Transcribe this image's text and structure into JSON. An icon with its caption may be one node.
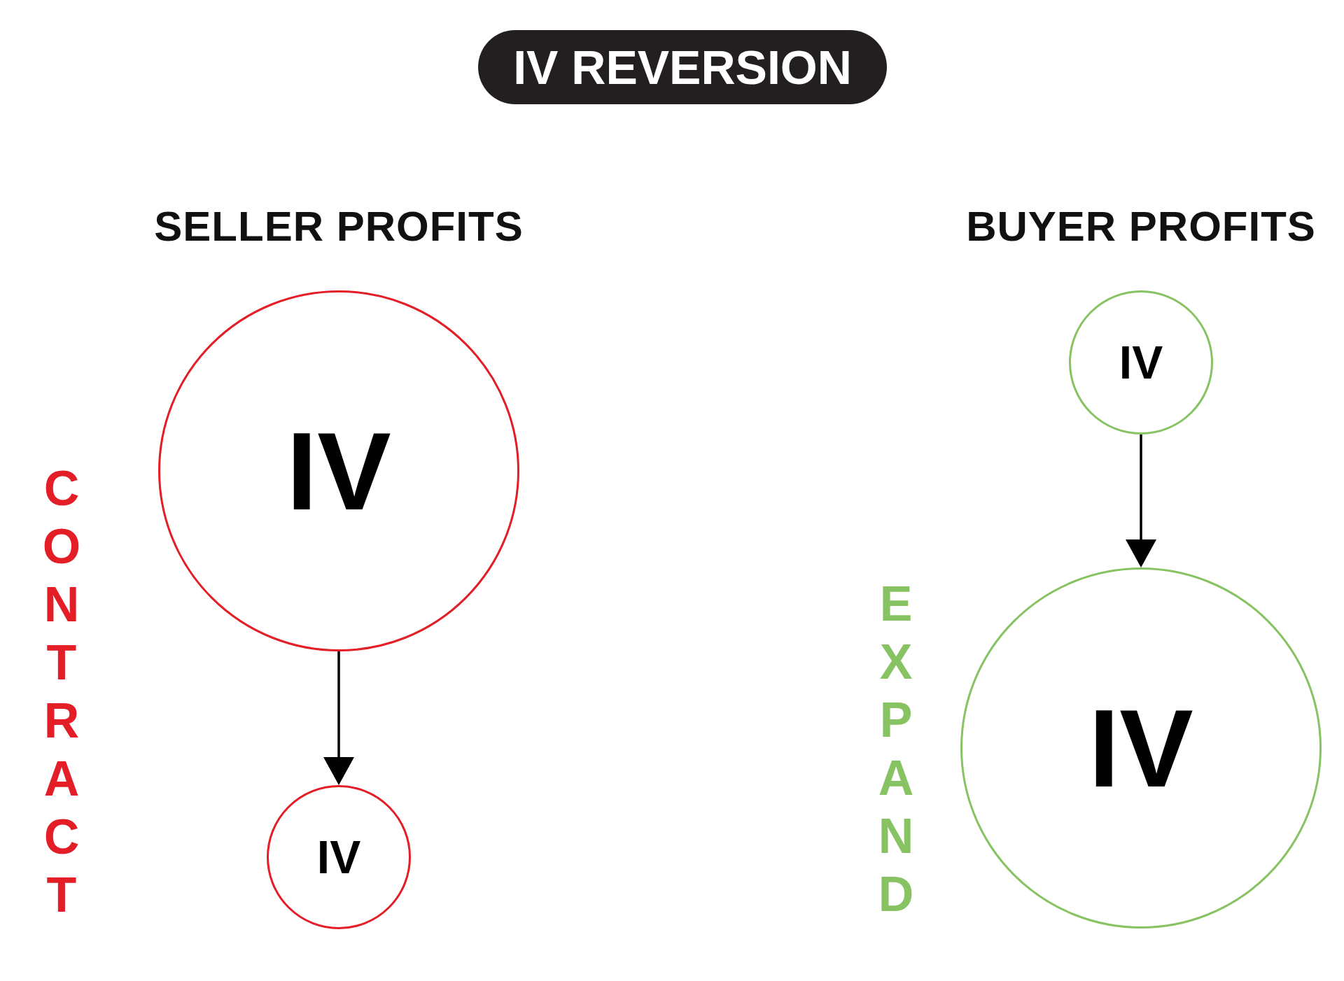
{
  "diagram": {
    "title": "IV REVERSION",
    "nodes": [
      {
        "text": [
          "IV"
        ]
      },
      {
        "text": [
          "IV"
        ]
      },
      {
        "text": [
          "IV"
        ]
      },
      {
        "text": [
          "IV"
        ]
      }
    ],
    "edges": [
      {
        "from": 0,
        "to": 1,
        "arrow": "to"
      },
      {
        "from": 2,
        "to": 3,
        "arrow": "to"
      }
    ],
    "labels": [
      "SELLER PROFITS",
      "BUYER PROFITS",
      "CONTRACT",
      "EXPAND"
    ]
  }
}
